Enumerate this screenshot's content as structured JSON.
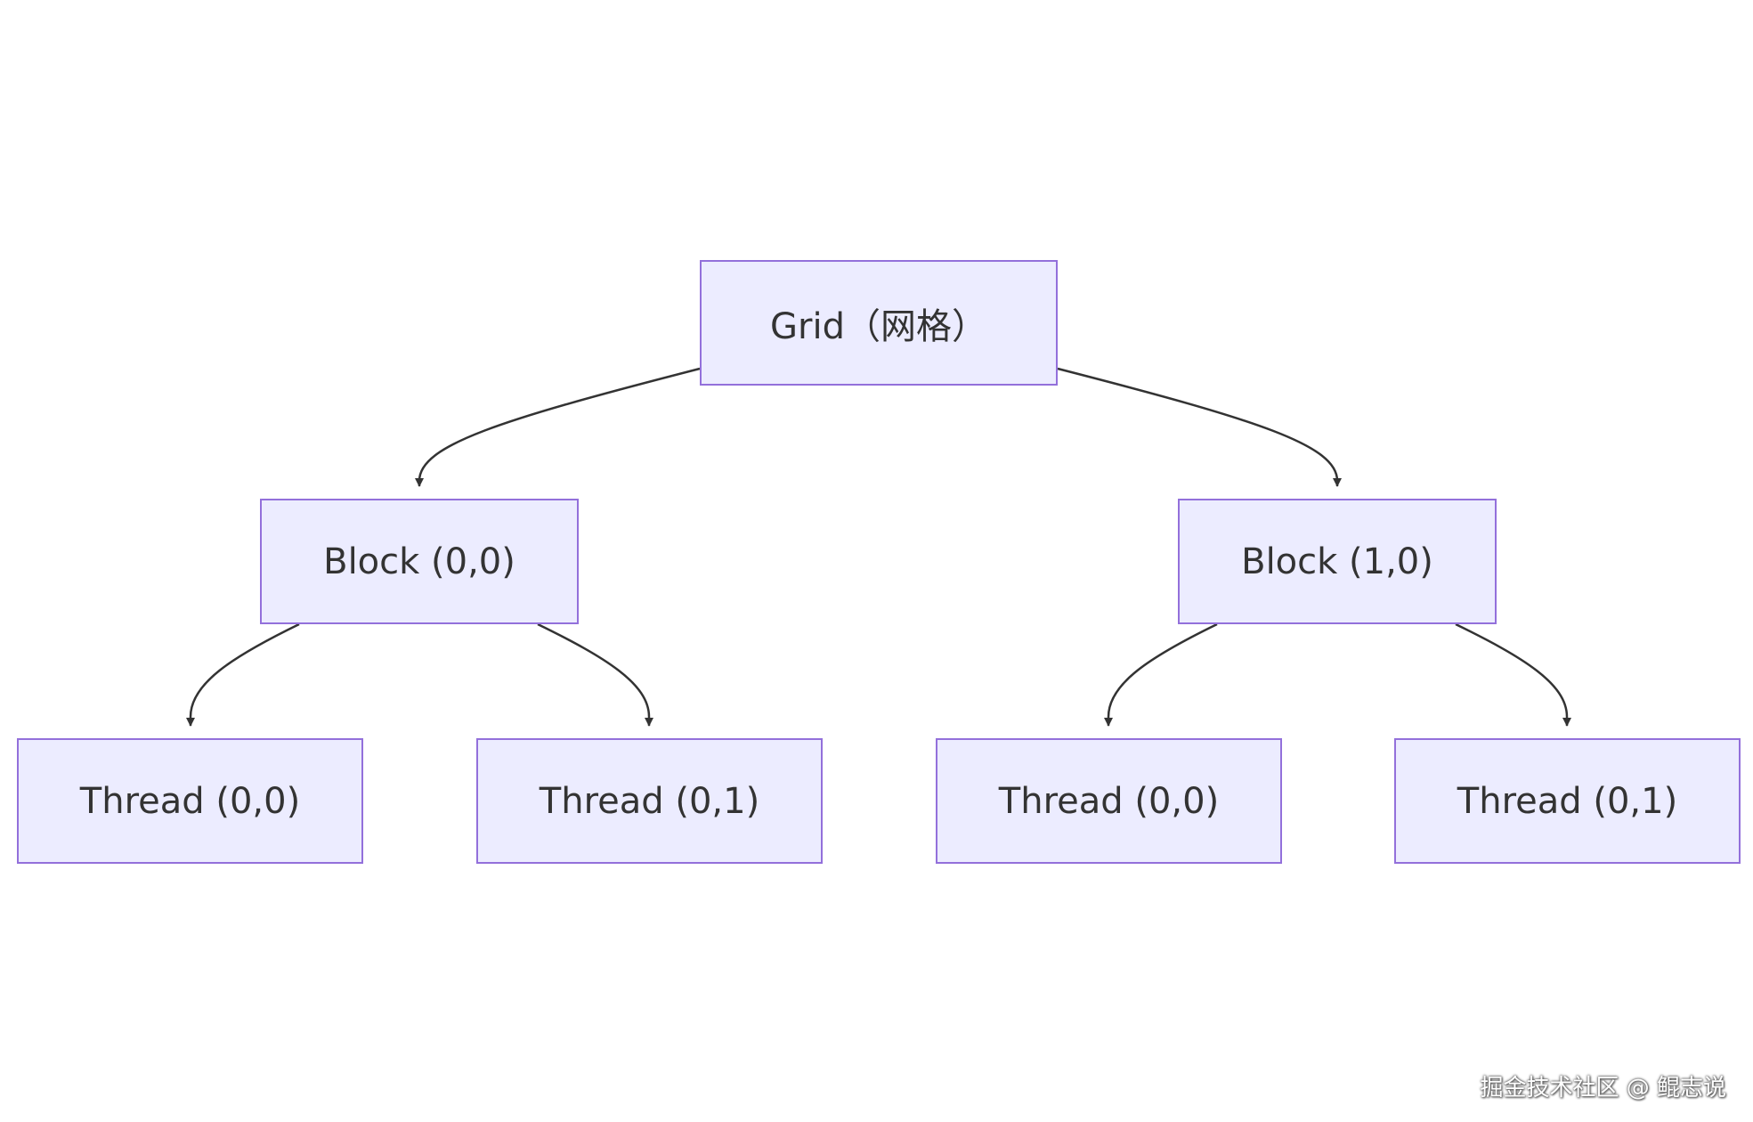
{
  "diagram": {
    "nodes": {
      "grid": "Grid（网格）",
      "block_0_0": "Block (0,0)",
      "block_1_0": "Block (1,0)",
      "thread_a": "Thread (0,0)",
      "thread_b": "Thread (0,1)",
      "thread_c": "Thread (0,0)",
      "thread_d": "Thread (0,1)"
    },
    "edges": [
      {
        "from": "grid",
        "to": "block_0_0"
      },
      {
        "from": "grid",
        "to": "block_1_0"
      },
      {
        "from": "block_0_0",
        "to": "thread_a"
      },
      {
        "from": "block_0_0",
        "to": "thread_b"
      },
      {
        "from": "block_1_0",
        "to": "thread_c"
      },
      {
        "from": "block_1_0",
        "to": "thread_d"
      }
    ],
    "colors": {
      "node_fill": "#ececff",
      "node_border": "#9370db",
      "edge": "#333333",
      "text": "#333333"
    }
  },
  "watermark": "掘金技术社区 @ 鲲志说"
}
